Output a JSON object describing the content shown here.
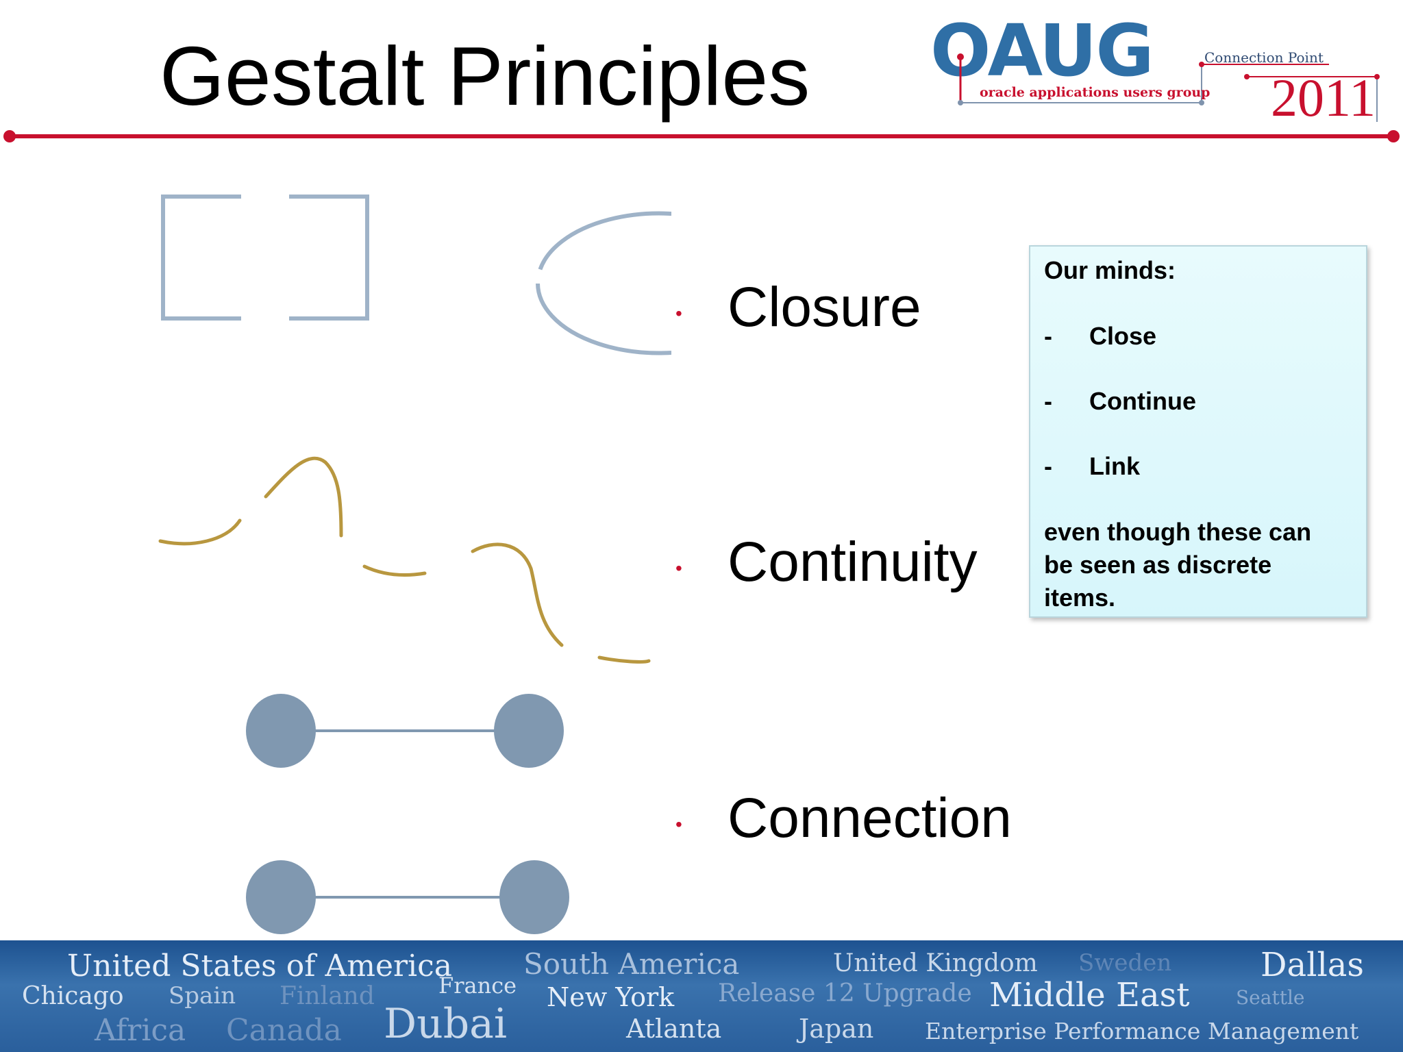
{
  "slide": {
    "title": "Gestalt Principles"
  },
  "logo": {
    "brand": "OAUG",
    "tagline": "oracle applications users group",
    "event_name": "Connection Point",
    "event_year": "2011"
  },
  "bullets": [
    {
      "label": "Closure"
    },
    {
      "label": "Continuity"
    },
    {
      "label": "Connection"
    }
  ],
  "callout": {
    "heading": "Our minds:",
    "items": [
      "Close",
      "Continue",
      "Link"
    ],
    "footer_lines": [
      "even though these can",
      "be seen as discrete",
      "items."
    ]
  },
  "footer_places": [
    "United States of America",
    "Chicago",
    "Spain",
    "Finland",
    "Africa",
    "Canada",
    "France",
    "Dubai",
    "South America",
    "New York",
    "Atlanta",
    "Release 12 Upgrade",
    "United Kingdom",
    "Japan",
    "Sweden",
    "Middle East",
    "Dallas",
    "Seattle",
    "Enterprise Performance Management"
  ],
  "colors": {
    "accent_red": "#c8102e",
    "closure_shape": "#9fb3c8",
    "continuity_curve": "#b8973f",
    "connection_node": "#8098b0",
    "footer_blue": "#2a5f9c"
  }
}
